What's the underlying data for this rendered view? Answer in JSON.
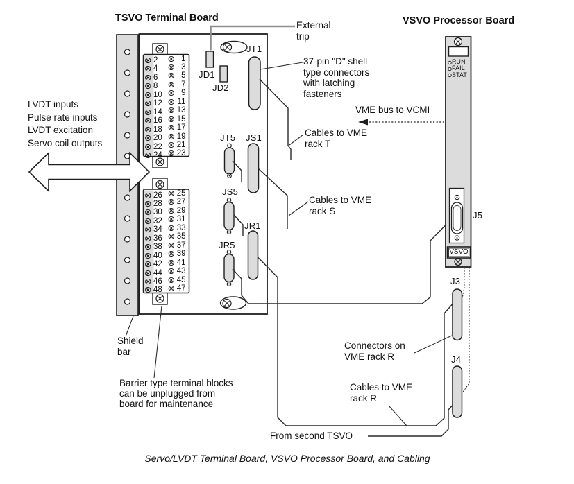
{
  "caption": "Servo/LVDT Terminal Board, VSVO Processor Board, and Cabling",
  "tsvo_board": {
    "title": "TSVO Terminal Board",
    "io_labels": [
      "LVDT inputs",
      "Pulse rate inputs",
      "LVDT excitation",
      "Servo coil outputs"
    ],
    "shield_bar_label": "Shield bar",
    "barrier_note": "Barrier type terminal blocks can be unplugged from board for maintenance",
    "connectors": {
      "jd1": "JD1",
      "jd2": "JD2",
      "jt1": "JT1",
      "jt5": "JT5",
      "js1": "JS1",
      "js5": "JS5",
      "jr1": "JR1",
      "jr5": "JR5"
    },
    "terminal_block_upper": {
      "left_column": [
        2,
        4,
        6,
        8,
        10,
        12,
        14,
        16,
        18,
        20,
        22,
        24
      ],
      "right_column": [
        1,
        3,
        5,
        7,
        9,
        11,
        13,
        15,
        17,
        19,
        21,
        23
      ]
    },
    "terminal_block_lower": {
      "left_column": [
        26,
        28,
        30,
        32,
        34,
        36,
        38,
        40,
        42,
        44,
        46,
        48
      ],
      "right_column": [
        25,
        27,
        29,
        31,
        33,
        35,
        37,
        39,
        41,
        43,
        45,
        47
      ]
    }
  },
  "vsvo_board": {
    "title": "VSVO Processor Board",
    "led_labels": [
      "RUN",
      "FAIL",
      "STAT"
    ],
    "front_label": "VSVO",
    "connector_j5": "J5"
  },
  "vme_rack": {
    "connector_j3": "J3",
    "connector_j4": "J4"
  },
  "annotations": {
    "external_trip": "External trip",
    "dshell_note": "37-pin \"D\" shell type connectors with latching fasteners",
    "vme_bus": "VME bus to VCMI",
    "cables_rack_t": "Cables to VME rack T",
    "cables_rack_s": "Cables to VME rack S",
    "connectors_rack_r": "Connectors on VME rack R",
    "cables_rack_r": "Cables to VME rack R",
    "from_second_tsvo": "From second TSVO"
  },
  "colors": {
    "board_fill": "#dcdcdc",
    "line": "#1f1f1f",
    "gray_line": "#8f8f8f"
  },
  "icons": {
    "screw": "screw-terminal-icon (circled X)",
    "arrow": "bidirectional-io-arrow",
    "vme_arrow": "vme-bus-arrow-left"
  }
}
